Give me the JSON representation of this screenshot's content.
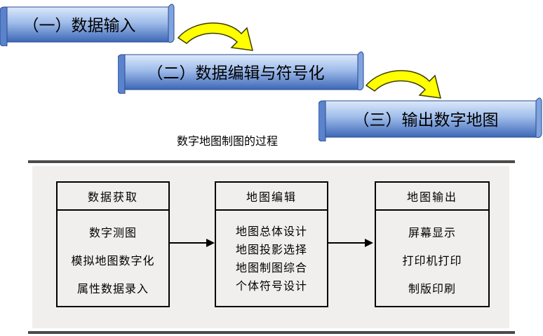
{
  "steps": [
    {
      "label": "（一）数据输入"
    },
    {
      "label": "（二）数据编辑与符号化"
    },
    {
      "label": "（三）输出数字地图"
    }
  ],
  "caption": "数字地图制图的过程",
  "stages": [
    {
      "title": "数据获取",
      "items": [
        "数字测图",
        "模拟地图数字化",
        "属性数据录入"
      ]
    },
    {
      "title": "地图编辑",
      "items": [
        "地图总体设计",
        "地图投影选择",
        "地图制图综合",
        "个体符号设计"
      ]
    },
    {
      "title": "地图输出",
      "items": [
        "屏幕显示",
        "打印机打印",
        "制版印刷"
      ]
    }
  ],
  "colors": {
    "scroll_light": "#c9dbf7",
    "scroll_dark": "#3d67b7",
    "arrow_fill": "#ffff00",
    "panel_bg": "#f1efee"
  }
}
